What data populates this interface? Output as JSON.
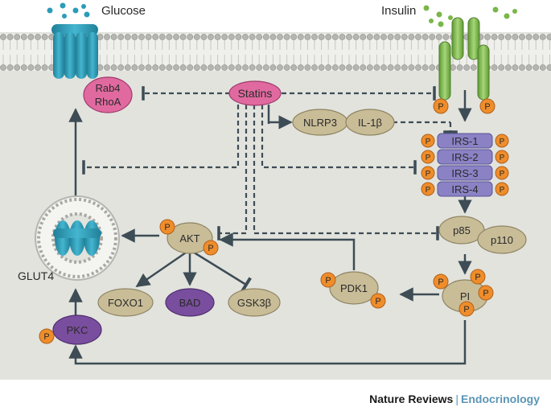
{
  "labels": {
    "glucose": "Glucose",
    "insulin": "Insulin",
    "rab4": "Rab4",
    "rhoa": "RhoA",
    "statins": "Statins",
    "nlrp3": "NLRP3",
    "il1b": "IL-1β",
    "irs1": "IRS-1",
    "irs2": "IRS-2",
    "irs3": "IRS-3",
    "irs4": "IRS-4",
    "akt": "AKT",
    "p85": "p85",
    "p110": "p110",
    "pdk1": "PDK1",
    "pi": "PI",
    "foxo1": "FOXO1",
    "bad": "BAD",
    "gsk3b": "GSK3β",
    "pkc": "PKC",
    "glut4": "GLUT4",
    "phospho": "P"
  },
  "footer": {
    "publisher": "Nature Reviews",
    "separator": "|",
    "journal": "Endocrinology"
  },
  "colors": {
    "cytoplasm": "#e2e3dd",
    "membrane_head": "#b5b5b1",
    "transporter": "#2b9cb8",
    "receptor": "#7ab648",
    "pink_node": "#e06aa0",
    "tan_node": "#c9bd98",
    "irs_block": "#8a82c4",
    "purple_node": "#7a4e9e",
    "phospho": "#ef8d2b",
    "arrow": "#3d4c55",
    "journal": "#5b95b5"
  }
}
